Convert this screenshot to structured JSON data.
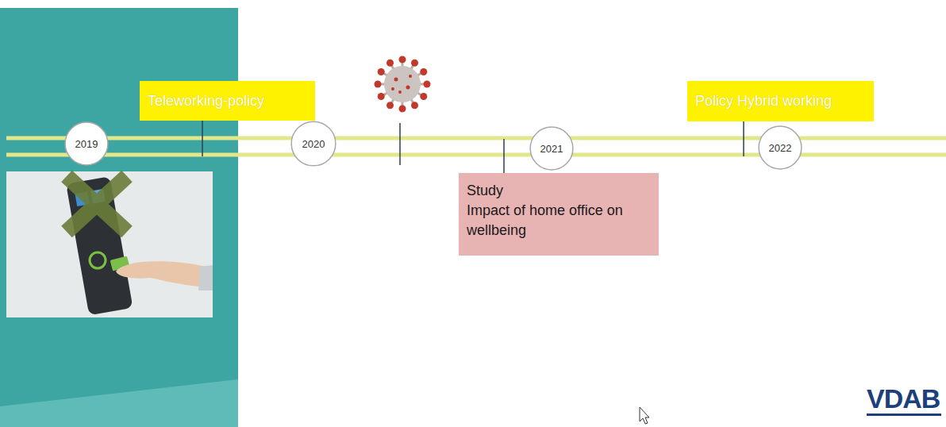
{
  "diagram": {
    "nodes": [
      {
        "text": [
          "2019"
        ]
      },
      {
        "text": [
          "Teleworking-policy"
        ]
      },
      {
        "text": [
          "2020"
        ]
      },
      {
        "text": [
          "2021"
        ]
      },
      {
        "text": [
          "Study",
          "Impact of home office on wellbeing"
        ]
      },
      {
        "text": [
          "Policy Hybrid working"
        ]
      },
      {
        "text": [
          "2022"
        ]
      }
    ],
    "labels": [
      "VDAB"
    ]
  }
}
